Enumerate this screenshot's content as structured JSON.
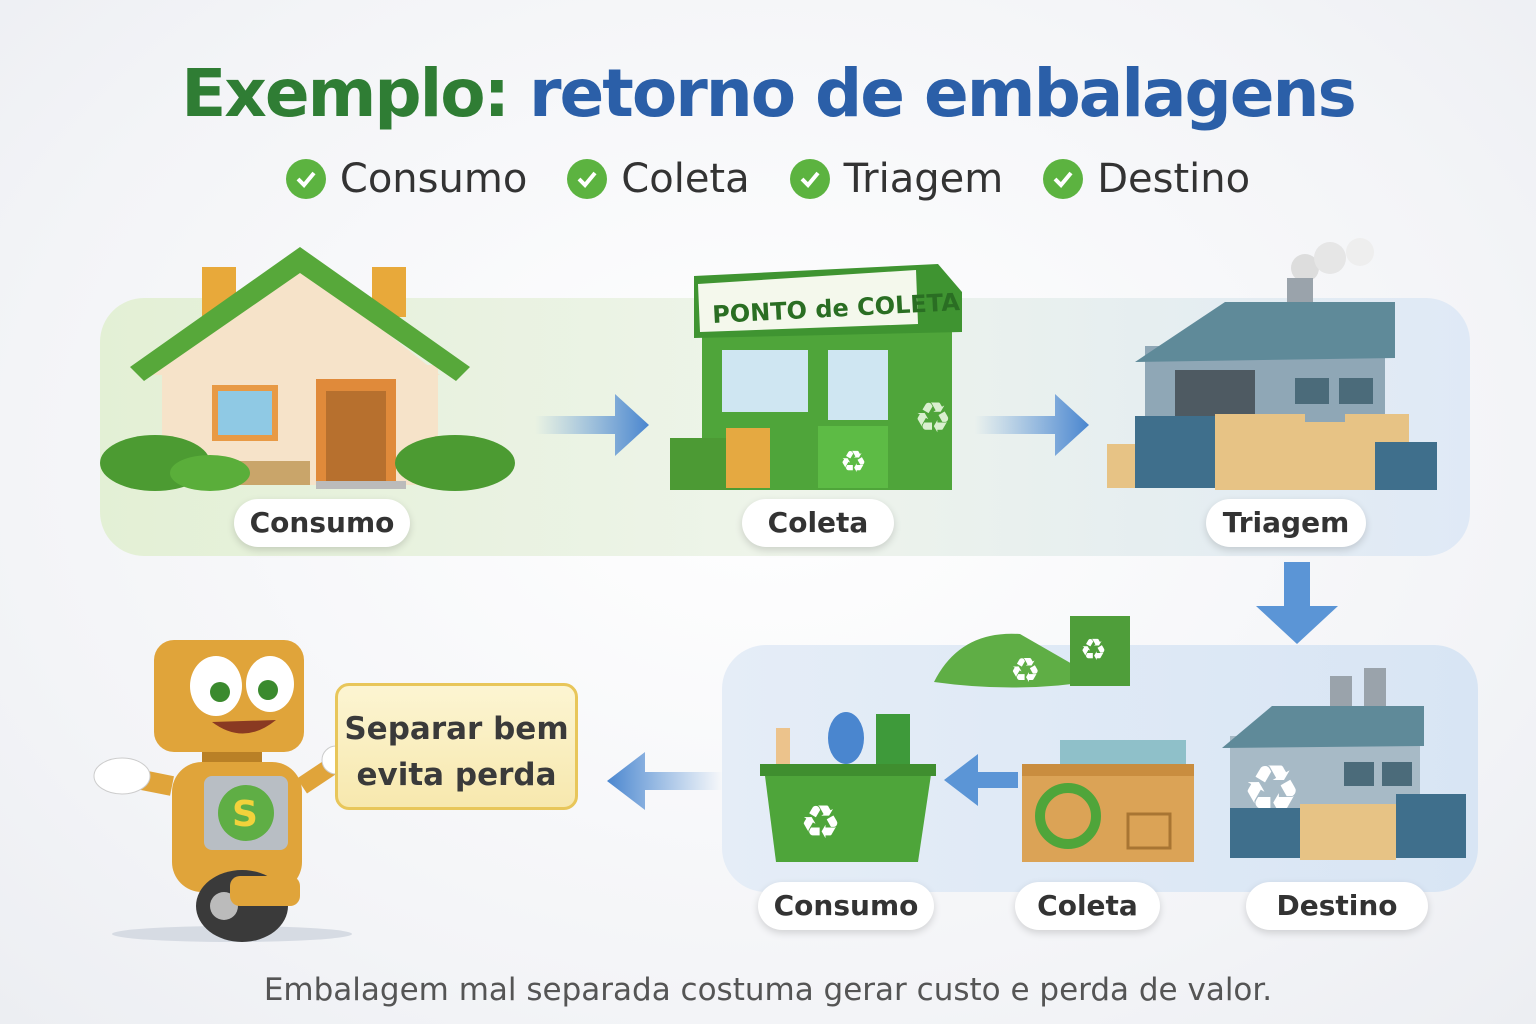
{
  "title": {
    "prefix": "Exemplo:",
    "main": "retorno de embalagens"
  },
  "checklist": [
    {
      "label": "Consumo"
    },
    {
      "label": "Coleta"
    },
    {
      "label": "Triagem"
    },
    {
      "label": "Destino"
    }
  ],
  "top_flow": {
    "steps": [
      {
        "label": "Consumo",
        "icon": "house-icon"
      },
      {
        "label": "Coleta",
        "icon": "collection-kiosk-icon",
        "sign": "PONTO DE COLETA"
      },
      {
        "label": "Triagem",
        "icon": "sorting-factory-icon"
      }
    ]
  },
  "bottom_flow": {
    "steps": [
      {
        "label": "Consumo",
        "icon": "recycling-bin-icon"
      },
      {
        "label": "Coleta",
        "icon": "recycle-box-icon"
      },
      {
        "label": "Destino",
        "icon": "recycling-factory-icon"
      }
    ]
  },
  "mascot": {
    "speech": [
      "Separar bem",
      "evita perda"
    ]
  },
  "footer": "Embalagem mal separada costuma gerar custo e perda de valor.",
  "colors": {
    "green": "#2f7d34",
    "blue": "#2b5fa8",
    "check": "#5cb340"
  }
}
